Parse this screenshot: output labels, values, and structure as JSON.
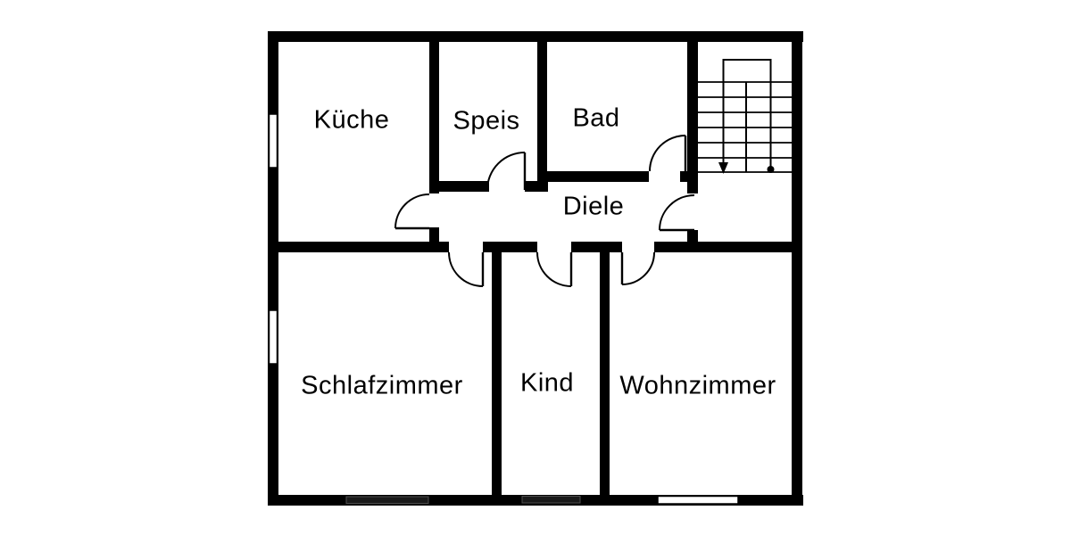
{
  "floorplan": {
    "colors": {
      "wall": "#000000",
      "background": "#ffffff"
    },
    "rooms": [
      {
        "id": "kueche",
        "label": "Küche"
      },
      {
        "id": "speis",
        "label": "Speis"
      },
      {
        "id": "bad",
        "label": "Bad"
      },
      {
        "id": "diele",
        "label": "Diele"
      },
      {
        "id": "schlafzimmer",
        "label": "Schlafzimmer"
      },
      {
        "id": "kind",
        "label": "Kind"
      },
      {
        "id": "wohnzimmer",
        "label": "Wohnzimmer"
      }
    ]
  }
}
